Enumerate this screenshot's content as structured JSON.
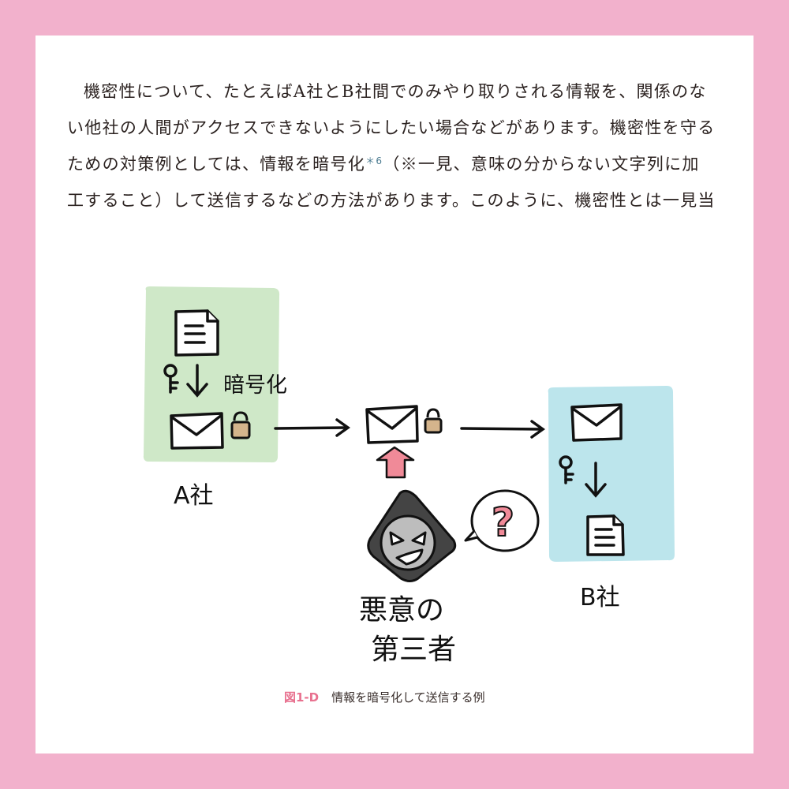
{
  "body_text": {
    "lines": [
      "機密性について、たとえばA社とB社間でのみやり取りされる情報を、関係のな",
      "い他社の人間がアクセスできないようにしたい場合などがあります。機密性を守る",
      "ための対策例としては、情報を暗号化",
      "（※一見、意味の分からない文字列に加",
      "工すること）して送信するなどの方法があります。このように、機密性とは一見当"
    ],
    "footnote_mark": "＊6"
  },
  "figure": {
    "company_a": {
      "label": "A社",
      "encrypt_label": "暗号化",
      "box_color": "#CFE8C8"
    },
    "company_b": {
      "label": "B社",
      "box_color": "#BCE5EC"
    },
    "attacker": {
      "label_line1": "悪意の",
      "label_line2": "第三者",
      "speech": "?"
    },
    "colors": {
      "lock": "#D4B48C",
      "arrow_up": "#F08A98",
      "question": "#F08A98",
      "hood": "#444444",
      "face": "#BDBDBD"
    }
  },
  "caption": {
    "figure_number": "図1-D",
    "text": "情報を暗号化して送信する例"
  },
  "frame": {
    "border_color": "#F2B1CC"
  }
}
